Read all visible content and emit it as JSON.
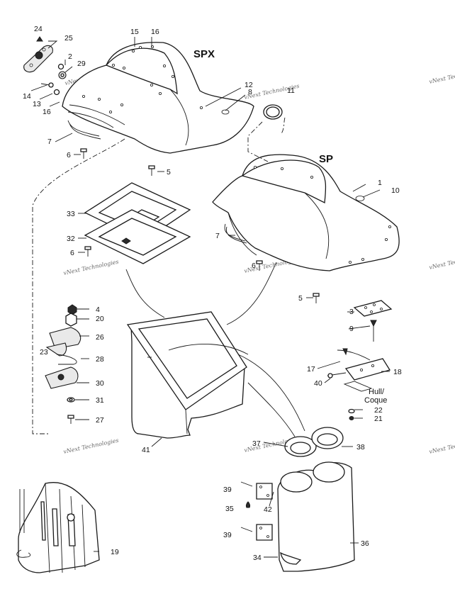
{
  "diagram": {
    "models": [
      "SPX",
      "SP"
    ],
    "hull_label_line1": "Hull/",
    "hull_label_line2": "Coque",
    "watermark": "vNext Technologies",
    "callouts": [
      "1",
      "2",
      "3",
      "4",
      "5",
      "5",
      "6",
      "6",
      "6",
      "7",
      "7",
      "8",
      "9",
      "10",
      "11",
      "12",
      "13",
      "14",
      "15",
      "16",
      "16",
      "17",
      "18",
      "19",
      "20",
      "21",
      "22",
      "23",
      "24",
      "25",
      "26",
      "27",
      "28",
      "29",
      "30",
      "31",
      "32",
      "33",
      "34",
      "35",
      "36",
      "37",
      "38",
      "39",
      "39",
      "40",
      "41",
      "42"
    ]
  }
}
